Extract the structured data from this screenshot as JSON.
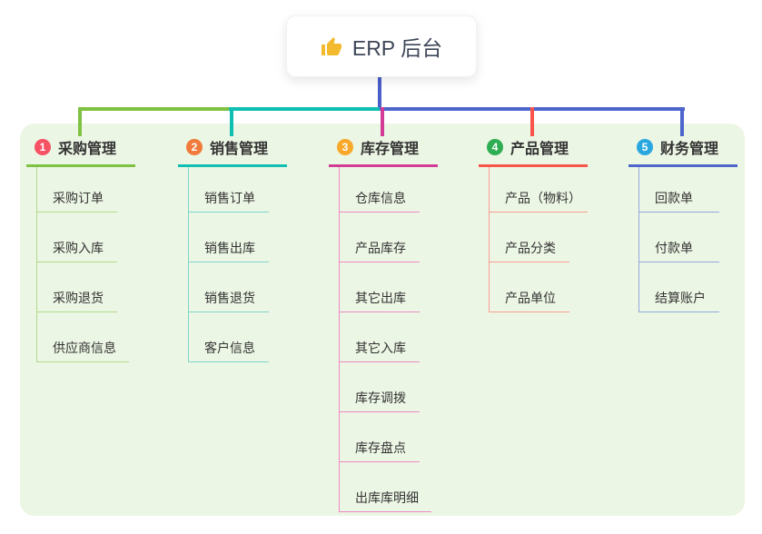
{
  "root": {
    "icon": "thumbs-up-icon",
    "icon_color": "#F2BA2C",
    "title": "ERP 后台"
  },
  "panel": {
    "background": "#ECF6E4"
  },
  "connector": {
    "root_color": "#4A5FC9"
  },
  "branches": [
    {
      "badge": "1",
      "title": "采购管理",
      "badge_color": "#F65263",
      "line_color": "#7FC241",
      "child_line_color": "#B2DA8C",
      "children": [
        "采购订单",
        "采购入库",
        "采购退货",
        "供应商信息"
      ]
    },
    {
      "badge": "2",
      "title": "销售管理",
      "badge_color": "#F07B3C",
      "line_color": "#10BFB2",
      "child_line_color": "#7DD6CB",
      "children": [
        "销售订单",
        "销售出库",
        "销售退货",
        "客户信息"
      ]
    },
    {
      "badge": "3",
      "title": "库存管理",
      "badge_color": "#F8A92B",
      "line_color": "#D23C96",
      "child_line_color": "#EC8AC5",
      "children": [
        "仓库信息",
        "产品库存",
        "其它出库",
        "其它入库",
        "库存调拨",
        "库存盘点",
        "出库库明细"
      ]
    },
    {
      "badge": "4",
      "title": "产品管理",
      "badge_color": "#2FAD53",
      "line_color": "#F8544B",
      "child_line_color": "#FA9D96",
      "children": [
        "产品（物料）",
        "产品分类",
        "产品单位"
      ]
    },
    {
      "badge": "5",
      "title": "财务管理",
      "badge_color": "#2AA7DF",
      "line_color": "#4C66CB",
      "child_line_color": "#94A8E2",
      "children": [
        "回款单",
        "付款单",
        "结算账户"
      ]
    }
  ]
}
